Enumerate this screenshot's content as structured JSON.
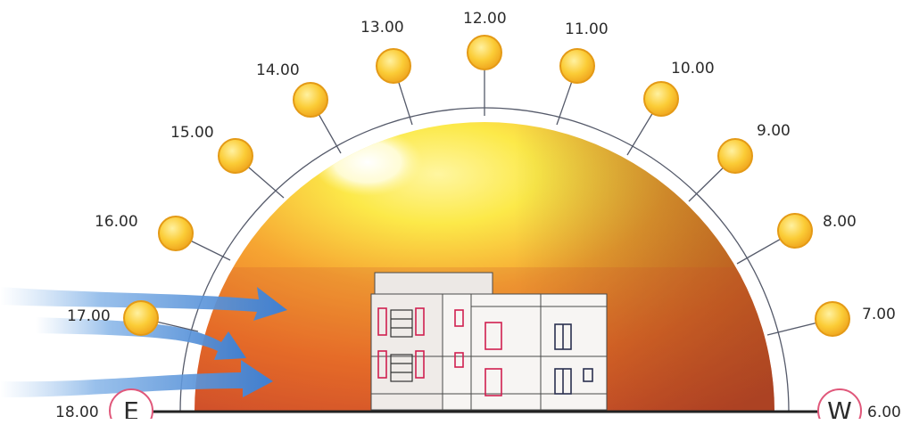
{
  "sun_path": {
    "hours": [
      {
        "label": "18.00"
      },
      {
        "label": "17.00"
      },
      {
        "label": "16.00"
      },
      {
        "label": "15.00"
      },
      {
        "label": "14.00"
      },
      {
        "label": "13.00"
      },
      {
        "label": "12.00"
      },
      {
        "label": "11.00"
      },
      {
        "label": "10.00"
      },
      {
        "label": "9.00"
      },
      {
        "label": "8.00"
      },
      {
        "label": "7.00"
      },
      {
        "label": "6.00"
      }
    ]
  },
  "compass": {
    "left": "E",
    "right": "W"
  },
  "colors": {
    "sun_fill": "#f7c12a",
    "sun_stroke": "#e49a16",
    "sky_yellow": "#fce949",
    "sky_orange": "#f07d22",
    "sky_red": "#dc5a2a",
    "arc": "#555a6a",
    "compass_ring": "#e0577a",
    "wind": "#5a90d4"
  },
  "icons": [
    "sun-icon",
    "wind-arrow-icon",
    "building-elevation"
  ]
}
